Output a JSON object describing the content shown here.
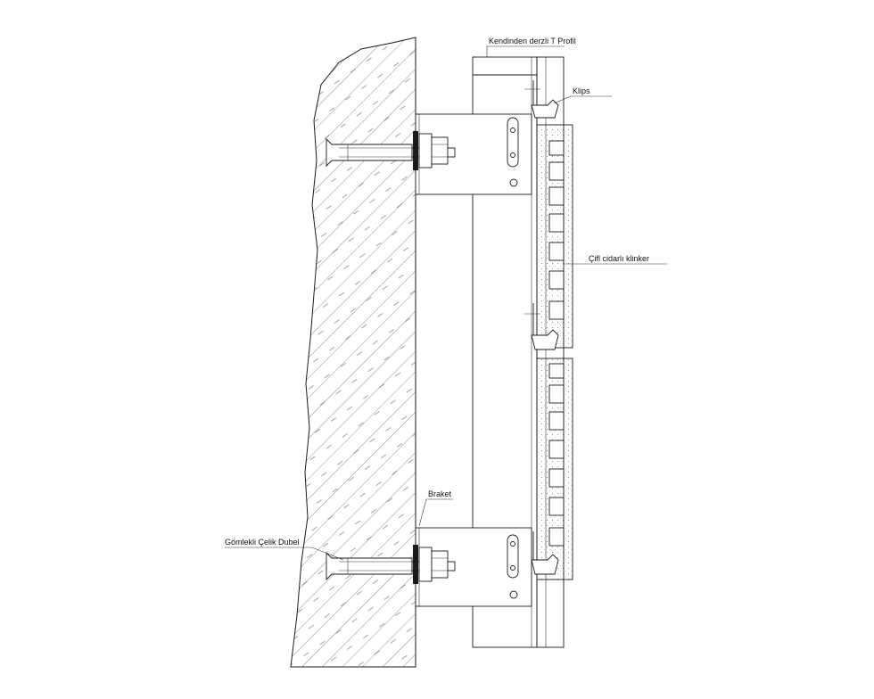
{
  "labels": {
    "t_profile": "Kendinden derzli T Profil",
    "clips": "Klips",
    "clinker": "Çifl cidarlı klinker",
    "bracket": "Braket",
    "anchor": "Gömlekli Çelik Dubel"
  },
  "colors": {
    "line": "#1a1a1a",
    "background": "#ffffff",
    "hatch": "#444444"
  }
}
